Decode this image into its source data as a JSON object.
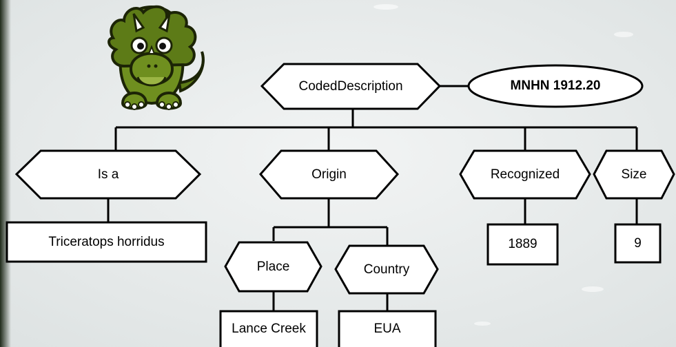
{
  "diagram": {
    "root": "CodedDescription",
    "specimen_id": "MNHN 1912.20",
    "is_a": "Is a",
    "is_a_value": "Triceratops horridus",
    "origin": "Origin",
    "place": "Place",
    "place_value": "Lance Creek",
    "country": "Country",
    "country_value": "EUA",
    "recognized": "Recognized",
    "recognized_value": "1889",
    "size": "Size",
    "size_value": "9"
  },
  "mascot": {
    "icon": "triceratops-icon",
    "body_color": "#6f8f1f",
    "frill_color": "#5d7b17",
    "belly_color": "#9bb544"
  },
  "colors": {
    "background": "#e9ecec",
    "node_fill": "#ffffff",
    "stroke": "#000000"
  }
}
